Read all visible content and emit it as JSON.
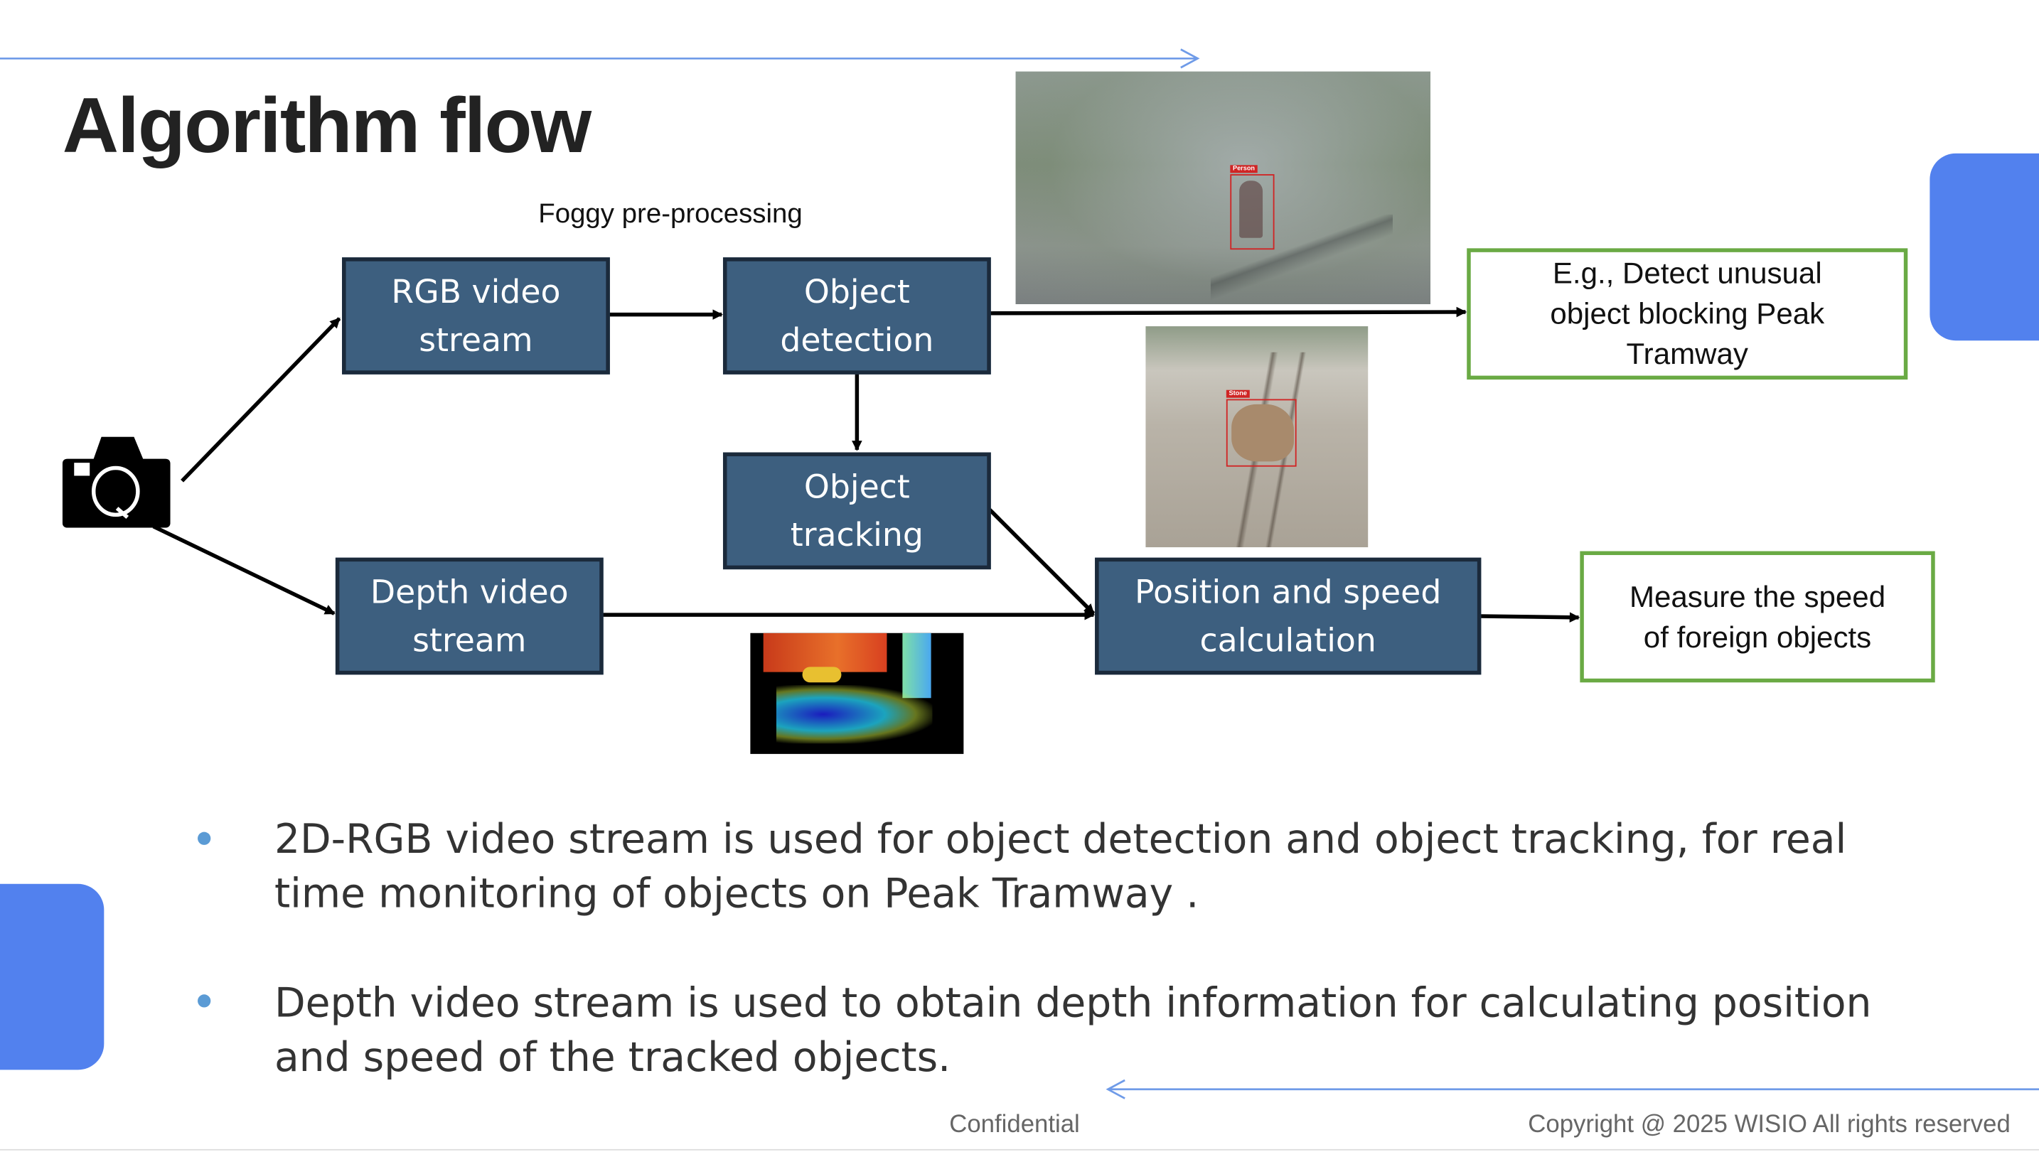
{
  "slide": {
    "title": "Algorithm flow",
    "accent_color": "#5281ee",
    "arrow_color": "#6f9be8"
  },
  "diagram": {
    "caption_preprocessing": "Foggy pre-processing",
    "nodes": {
      "rgb": [
        "RGB video",
        "stream"
      ],
      "detection": [
        "Object",
        "detection"
      ],
      "tracking": [
        "Object",
        "tracking"
      ],
      "depth": [
        "Depth video",
        "stream"
      ],
      "position": [
        "Position and speed",
        "calculation"
      ]
    },
    "outputs": {
      "detect": [
        "E.g., Detect unusual",
        "object blocking Peak",
        "Tramway"
      ],
      "measure": [
        "Measure the speed",
        "of foreign objects"
      ]
    },
    "image_labels": {
      "person": "Person",
      "stone": "Stone"
    },
    "camera_icon": "camera-icon"
  },
  "bullets": [
    {
      "line1": "2D-RGB video stream is used for object detection and object tracking, for real",
      "line2": "time monitoring of objects on Peak Tramway ."
    },
    {
      "line1": "Depth video stream is used to obtain depth information for calculating position",
      "line2": "and speed of the tracked objects."
    }
  ],
  "footer": {
    "confidential": "Confidential",
    "copyright": "Copyright @ 2025 WISIO All rights reserved"
  }
}
